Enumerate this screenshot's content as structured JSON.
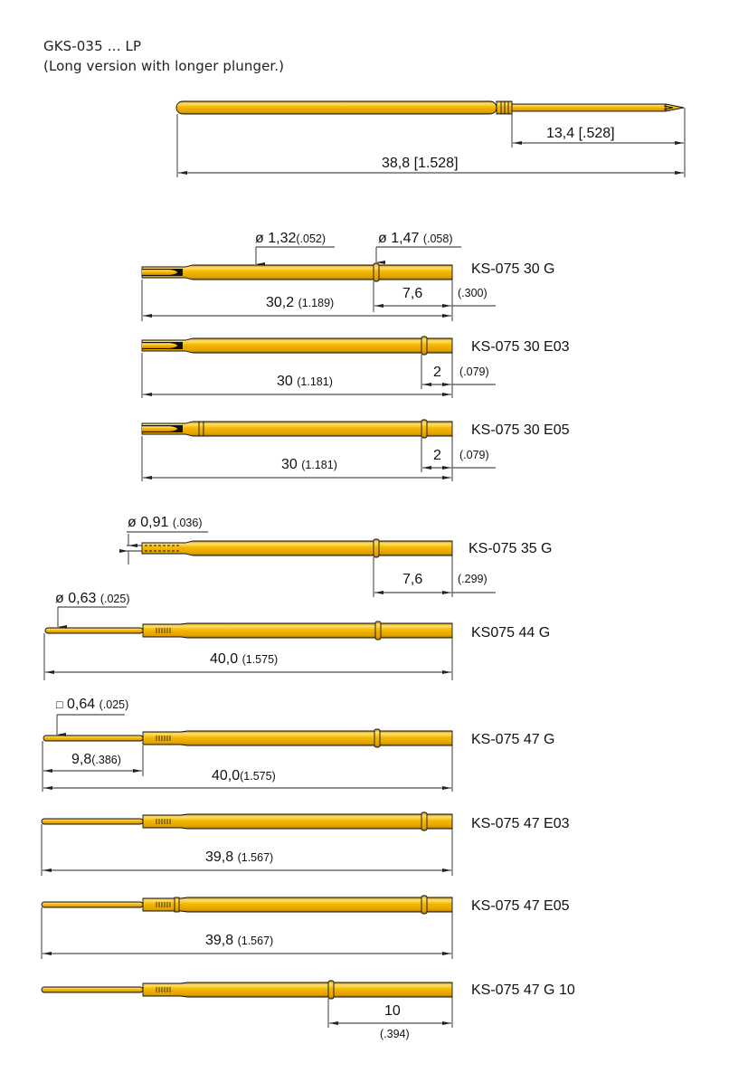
{
  "header": {
    "title": "GKS-035 … LP",
    "subtitle": "(Long version with longer plunger.)"
  },
  "colors": {
    "gold_fill": "#F0B400",
    "gold_highlight": "#FFE070",
    "outline": "#111111",
    "dimension_line": "#222222",
    "background": "#FFFFFF"
  },
  "parts": [
    {
      "id": "gks-035-lp",
      "dims": [
        {
          "value": "13,4",
          "alt": "[.528]"
        },
        {
          "value": "38,8",
          "alt": "[1.528]"
        }
      ]
    },
    {
      "id": "ks-075-30-g",
      "label": "KS-075 30 G",
      "callouts": [
        {
          "symbol": "ø",
          "value": "1,32",
          "alt": "(.052)"
        },
        {
          "symbol": "ø",
          "value": "1,47",
          "alt": "(.058)"
        }
      ],
      "dims": [
        {
          "value": "7,6",
          "alt": "(.300)"
        },
        {
          "value": "30,2",
          "alt": "(1.189)"
        }
      ]
    },
    {
      "id": "ks-075-30-e03",
      "label": "KS-075 30 E03",
      "dims": [
        {
          "value": "2",
          "alt": "(.079)"
        },
        {
          "value": "30",
          "alt": "(1.181)"
        }
      ]
    },
    {
      "id": "ks-075-30-e05",
      "label": "KS-075 30 E05",
      "dims": [
        {
          "value": "2",
          "alt": "(.079)"
        },
        {
          "value": "30",
          "alt": "(1.181)"
        }
      ]
    },
    {
      "id": "ks-075-35-g",
      "label": "KS-075 35 G",
      "callouts": [
        {
          "symbol": "ø",
          "value": "0,91",
          "alt": "(.036)"
        }
      ],
      "dims": [
        {
          "value": "7,6",
          "alt": "(.299)"
        }
      ]
    },
    {
      "id": "ks075-44-g",
      "label": "KS075 44 G",
      "callouts": [
        {
          "symbol": "ø",
          "value": "0,63",
          "alt": "(.025)"
        }
      ],
      "dims": [
        {
          "value": "40,0",
          "alt": "(1.575)"
        }
      ]
    },
    {
      "id": "ks-075-47-g",
      "label": "KS-075 47 G",
      "callouts": [
        {
          "symbol": "□",
          "value": "0,64",
          "alt": "(.025)"
        }
      ],
      "dims": [
        {
          "value": "9,8",
          "alt": "(.386)"
        },
        {
          "value": "40,0",
          "alt": "(1.575)"
        }
      ]
    },
    {
      "id": "ks-075-47-e03",
      "label": "KS-075 47 E03",
      "dims": [
        {
          "value": "39,8",
          "alt": "(1.567)"
        }
      ]
    },
    {
      "id": "ks-075-47-e05",
      "label": "KS-075 47 E05",
      "dims": [
        {
          "value": "39,8",
          "alt": "(1.567)"
        }
      ]
    },
    {
      "id": "ks-075-47-g-10",
      "label": "KS-075 47 G 10",
      "dims": [
        {
          "value": "10",
          "alt": "(.394)"
        }
      ]
    }
  ]
}
